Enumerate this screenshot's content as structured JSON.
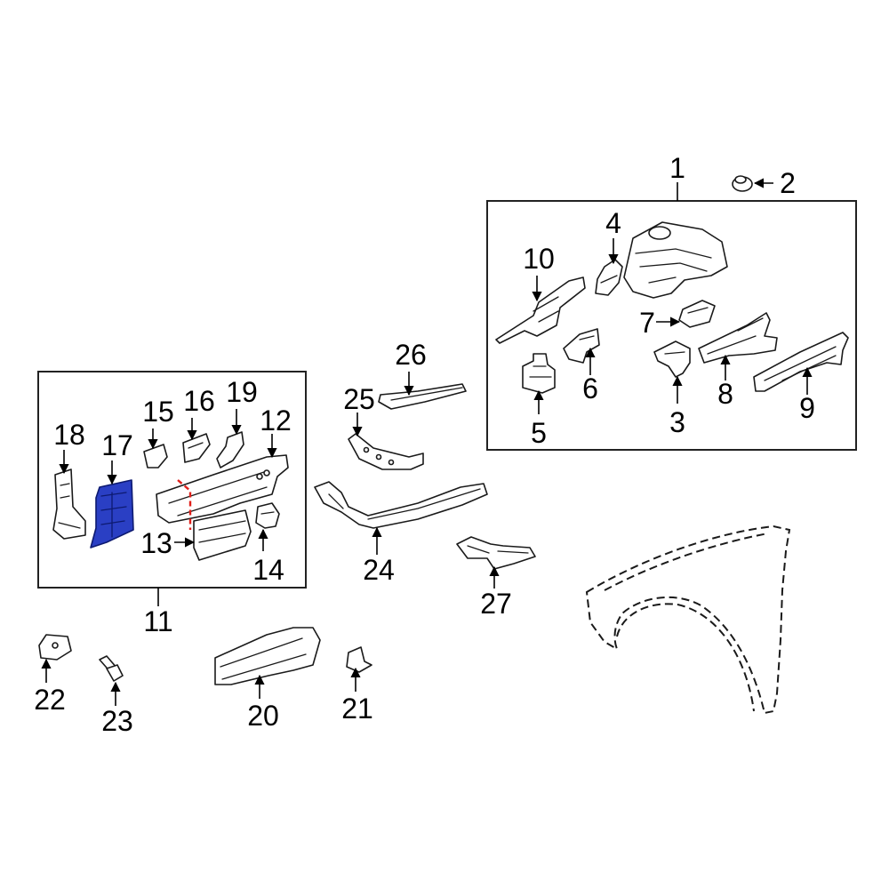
{
  "diagram": {
    "callouts": [
      {
        "id": "1",
        "label": "1"
      },
      {
        "id": "2",
        "label": "2"
      },
      {
        "id": "3",
        "label": "3"
      },
      {
        "id": "4",
        "label": "4"
      },
      {
        "id": "5",
        "label": "5"
      },
      {
        "id": "6",
        "label": "6"
      },
      {
        "id": "7",
        "label": "7"
      },
      {
        "id": "8",
        "label": "8"
      },
      {
        "id": "9",
        "label": "9"
      },
      {
        "id": "10",
        "label": "10"
      },
      {
        "id": "11",
        "label": "11"
      },
      {
        "id": "12",
        "label": "12"
      },
      {
        "id": "13",
        "label": "13"
      },
      {
        "id": "14",
        "label": "14"
      },
      {
        "id": "15",
        "label": "15"
      },
      {
        "id": "16",
        "label": "16"
      },
      {
        "id": "17",
        "label": "17"
      },
      {
        "id": "18",
        "label": "18"
      },
      {
        "id": "19",
        "label": "19"
      },
      {
        "id": "20",
        "label": "20"
      },
      {
        "id": "21",
        "label": "21"
      },
      {
        "id": "22",
        "label": "22"
      },
      {
        "id": "23",
        "label": "23"
      },
      {
        "id": "24",
        "label": "24"
      },
      {
        "id": "25",
        "label": "25"
      },
      {
        "id": "26",
        "label": "26"
      },
      {
        "id": "27",
        "label": "27"
      }
    ],
    "highlighted_part": "17",
    "colors": {
      "highlight": "#2a3fc4",
      "cut_line": "#e0201b",
      "line": "#1a1a1a"
    }
  }
}
